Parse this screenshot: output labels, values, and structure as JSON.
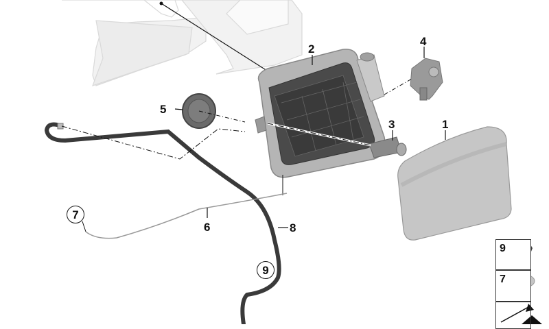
{
  "diagram": {
    "type": "exploded-parts-diagram",
    "subject": "fuel filler flap assembly",
    "callouts": [
      {
        "id": "1",
        "label": "1",
        "part": "fuel-filler-flap",
        "circled": false
      },
      {
        "id": "2",
        "label": "2",
        "part": "fuel-filler-housing",
        "circled": false
      },
      {
        "id": "3",
        "label": "3",
        "part": "actuator-pin",
        "circled": false
      },
      {
        "id": "4",
        "label": "4",
        "part": "actuator-motor",
        "circled": false
      },
      {
        "id": "5",
        "label": "5",
        "part": "grommet",
        "circled": false
      },
      {
        "id": "6",
        "label": "6",
        "part": "emergency-release-cable",
        "circled": false
      },
      {
        "id": "7",
        "label": "7",
        "part": "expanding-rivet",
        "circled": true
      },
      {
        "id": "8",
        "label": "8",
        "part": "drain-hose",
        "circled": false
      },
      {
        "id": "9",
        "label": "9",
        "part": "hose-clip",
        "circled": true
      }
    ],
    "legend": [
      {
        "label": "9",
        "part": "hose-clip"
      },
      {
        "label": "7",
        "part": "expanding-rivet"
      },
      {
        "label": "",
        "part": "next-page-arrow"
      }
    ],
    "colors": {
      "body_panel": "#f0f0f0",
      "body_outline": "#d8d8d8",
      "housing": "#a8a8a8",
      "housing_dark": "#4a4a4a",
      "flap": "#c4c4c4",
      "hose": "#3a3a3a",
      "cable": "#9a9a9a",
      "leader": "#111111"
    }
  }
}
